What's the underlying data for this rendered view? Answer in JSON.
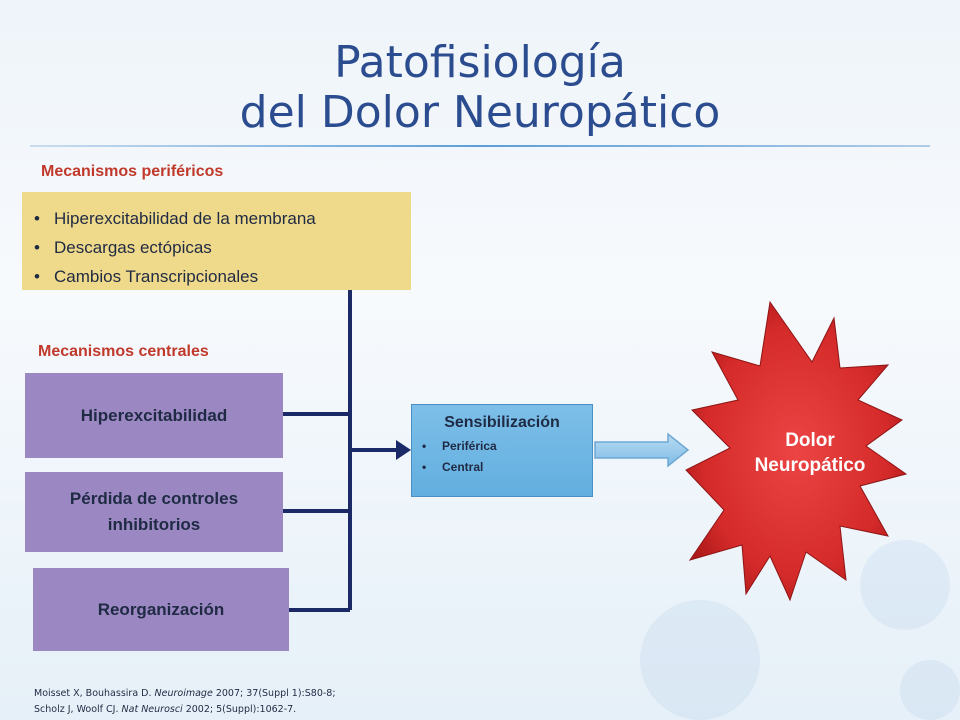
{
  "title": {
    "line1": "Patofisiología",
    "line2": "del Dolor Neuropático"
  },
  "peripheral": {
    "label": "Mecanismos periféricos",
    "items": [
      "Hiperexcitabilidad de la membrana",
      "Descargas ectópicas",
      "Cambios Transcripcionales"
    ]
  },
  "central": {
    "label": "Mecanismos centrales",
    "items": [
      "Hiperexcitabilidad",
      "Pérdida de controles inhibitorios",
      "Reorganización"
    ]
  },
  "sensitization": {
    "title": "Sensibilización",
    "items": [
      "Periférica",
      "Central"
    ]
  },
  "outcome": {
    "line1": "Dolor",
    "line2": "Neuropático"
  },
  "citation": {
    "ref1_authors": "Moisset X, Bouhassira D. ",
    "ref1_journal": "Neuroimage",
    "ref1_details": " 2007; 37(Suppl 1):S80-8;",
    "ref2_authors": "Scholz J, Woolf  CJ. ",
    "ref2_journal": "Nat Neurosci",
    "ref2_details": " 2002; 5(Suppl):1062-7."
  },
  "colors": {
    "title": "#2b4c8f",
    "section_label": "#c0392b",
    "peripheral_box": "#efd98a",
    "central_box": "#9b88c2",
    "sensitization_box": "#6fb6e3",
    "connector": "#1b2a66",
    "star": "#d42a2a"
  }
}
